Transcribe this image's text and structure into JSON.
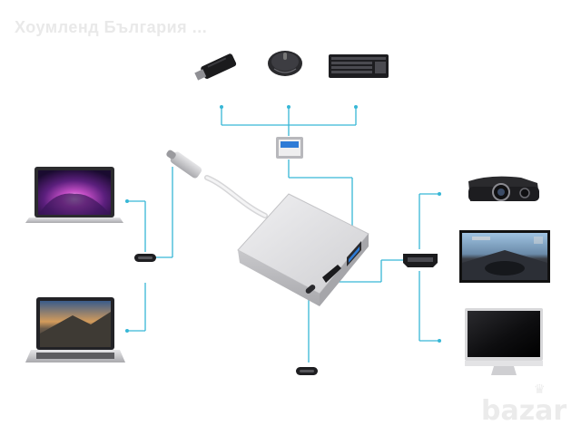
{
  "watermark": {
    "title": "Хоумленд България ..."
  },
  "logo": {
    "text": "bazar",
    "icon": "crown-icon"
  },
  "colors": {
    "connector_line": "#37b7d6",
    "hub_body": "#d9d9db",
    "hub_edge": "#b9b9bc",
    "usb_blue": "#2e7bd6"
  },
  "devices": [
    {
      "name": "usb-flash-drive",
      "icon": "usb-drive-icon"
    },
    {
      "name": "mouse",
      "icon": "mouse-icon"
    },
    {
      "name": "keyboard",
      "icon": "keyboard-icon"
    },
    {
      "name": "macbook-laptop",
      "icon": "laptop-icon"
    },
    {
      "name": "laptop",
      "icon": "laptop-icon"
    },
    {
      "name": "projector",
      "icon": "projector-icon"
    },
    {
      "name": "tv",
      "icon": "tv-icon"
    },
    {
      "name": "monitor",
      "icon": "monitor-icon"
    }
  ]
}
